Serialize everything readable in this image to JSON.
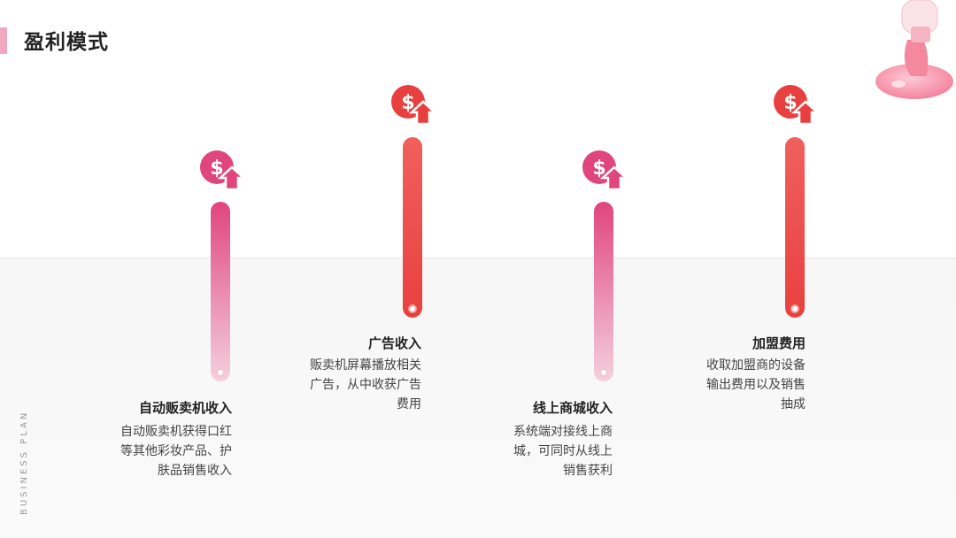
{
  "header": {
    "title": "盈利模式"
  },
  "side_label": "BUSINESS PLAN",
  "colors": {
    "pink": "#e0457d",
    "red": "#e8403f",
    "pink_light": "#f1c3d4",
    "accent": "#f2a9c0"
  },
  "items": [
    {
      "title": "自动贩卖机收入",
      "lines": [
        "自动贩卖机获得口红",
        "等其他彩妆产品、护",
        "肤品销售收入"
      ],
      "icon": "dollar-arrow-up-icon"
    },
    {
      "title": "广告收入",
      "lines": [
        "贩卖机屏幕播放相关",
        "广告，从中收获广告",
        "费用"
      ],
      "icon": "dollar-arrow-up-icon"
    },
    {
      "title": "线上商城收入",
      "lines": [
        "系统端对接线上商",
        "城，可同时从线上",
        "销售获利"
      ],
      "icon": "dollar-arrow-up-icon"
    },
    {
      "title": "加盟费用",
      "lines": [
        "收取加盟商的设备",
        "输出费用以及销售",
        "抽成"
      ],
      "icon": "dollar-arrow-up-icon"
    }
  ]
}
